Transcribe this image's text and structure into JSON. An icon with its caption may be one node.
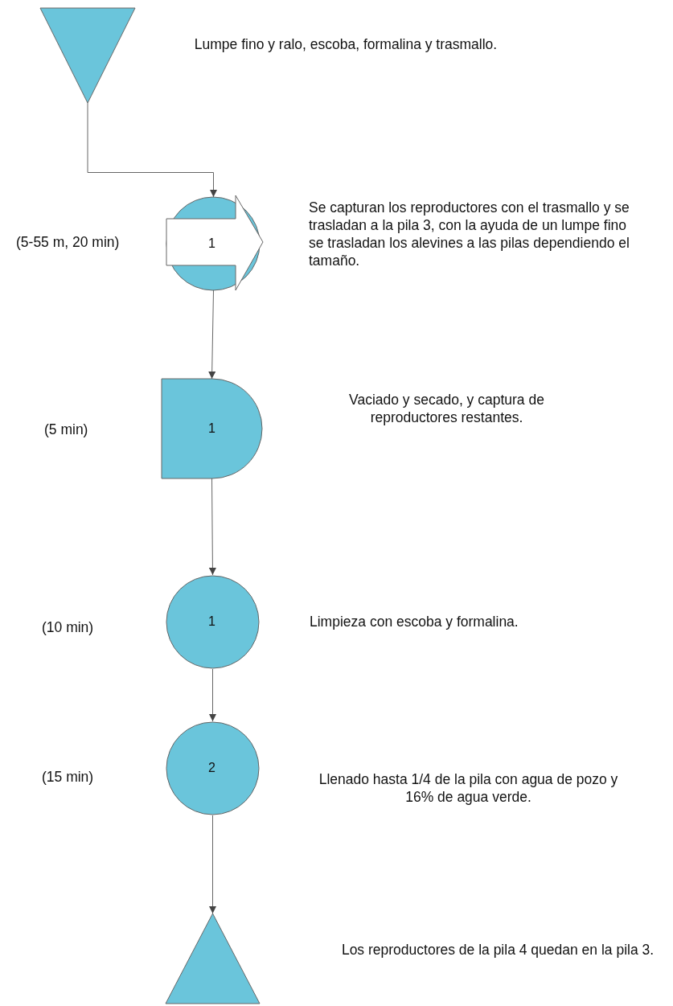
{
  "diagram": {
    "nodes": [
      {
        "text": [],
        "shape": "triangle"
      },
      {
        "text": [
          "1"
        ]
      },
      {
        "text": [
          "1"
        ]
      },
      {
        "text": [
          "1"
        ]
      },
      {
        "text": [
          "2"
        ]
      },
      {
        "text": [],
        "shape": "triangle"
      }
    ],
    "edges": [
      {
        "from": 0,
        "to": 1,
        "arrow": "to"
      },
      {
        "from": 1,
        "to": 2,
        "arrow": "to"
      },
      {
        "from": 2,
        "to": 3,
        "arrow": "to"
      },
      {
        "from": 3,
        "to": 4,
        "arrow": "to"
      },
      {
        "from": 4,
        "to": 5,
        "arrow": "to"
      }
    ],
    "labels": [
      "Lumpe fino y ralo, escoba, formalina y trasmallo.",
      "(5-55 m, 20 min)",
      "Se capturan los reproductores con el trasmallo y se trasladan a la pila 3, con la ayuda de un lumpe fino se trasladan los alevines a las pilas dependiendo el tamaño.",
      "(5 min)",
      "Vaciado y secado, y captura de reproductores restantes.",
      "(10 min)",
      "Limpieza con escoba y formalina.",
      "(15 min)",
      "Llenado hasta 1/4 de la pila con agua de pozo y 16% de agua verde.",
      "Los reproductores de la pila 4 quedan en la pila 3."
    ]
  }
}
